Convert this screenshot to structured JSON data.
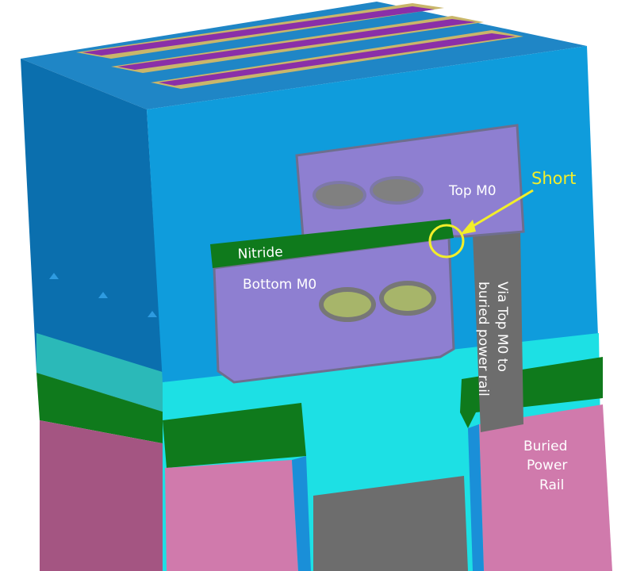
{
  "labels": {
    "short": "Short",
    "top_m0": "Top M0",
    "nitride": "Nitride",
    "bottom_m0": "Bottom M0",
    "via_line1": "Via Top M0 to",
    "via_line2": "buried power rail",
    "rail_line1": "Buried",
    "rail_line2": "Power",
    "rail_line3": "Rail"
  },
  "colors": {
    "oxide_front": "#0f9cdc",
    "oxide_side": "#0b78b8",
    "oxide_top": "#1f86c6",
    "metal_m0": "#8e7fd1",
    "nitride": "#0f7a1c",
    "via": "#6d6d6d",
    "cyan_fill": "#1de0e4",
    "buried_rail": "#d07aac",
    "buried_rail_side": "#a45582",
    "annotation": "#f2ee2a"
  }
}
